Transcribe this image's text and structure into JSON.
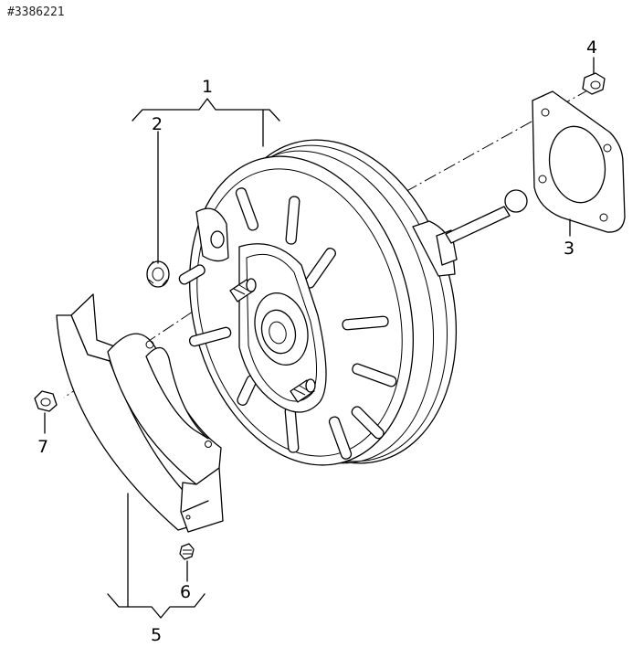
{
  "reference": "#3386221",
  "callouts": {
    "c1": "1",
    "c2": "2",
    "c3": "3",
    "c4": "4",
    "c5": "5",
    "c6": "6",
    "c7": "7"
  }
}
